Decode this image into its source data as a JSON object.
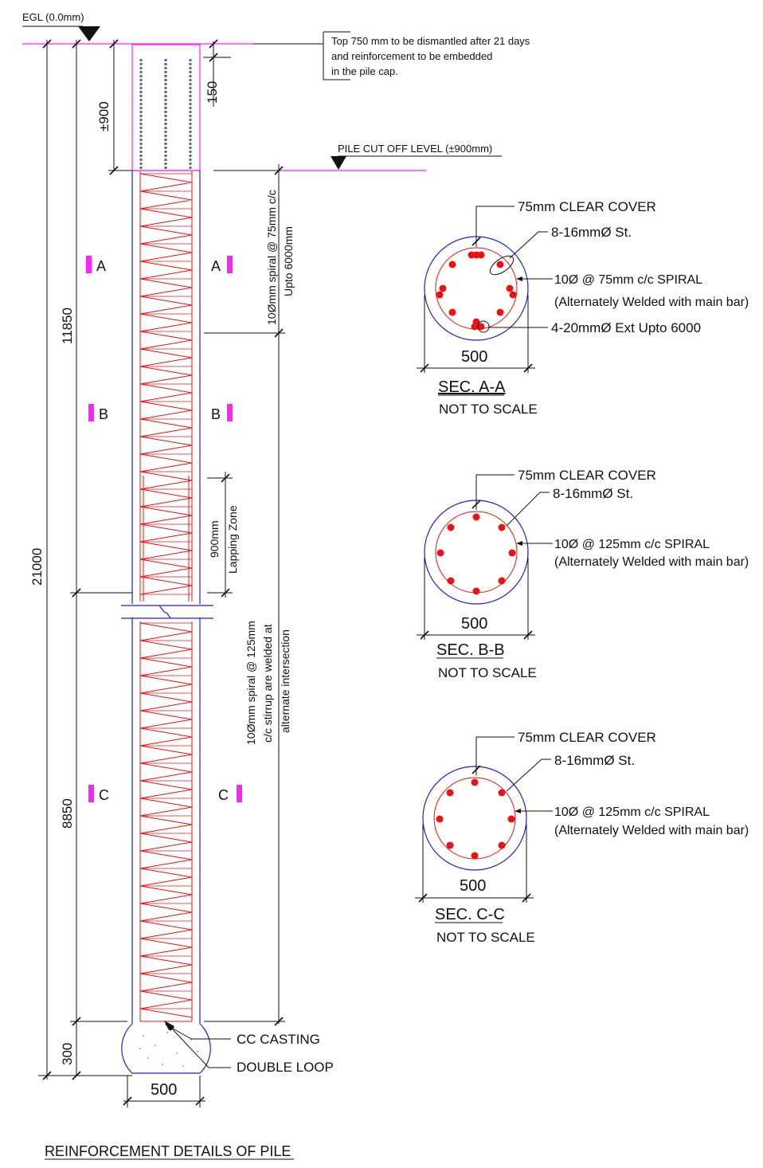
{
  "colors": {
    "pile_outline": "#1f1fd6",
    "reinforcement": "#ee1111",
    "level_lines": "#ff22ff",
    "text": "#111111",
    "embedded_bars": "#666666"
  },
  "pile_elevation": {
    "egl_label": "EGL (0.0mm)",
    "top_note_lines": [
      "Top 750 mm to be dismantled after 21 days",
      "and reinforcement to be embedded",
      "in the pile cap."
    ],
    "cutoff_label": "PILE CUT OFF LEVEL (±900mm)",
    "dim_top": "±900",
    "dim_150": "150",
    "dim_total": "21000",
    "dim_upper": "11850",
    "dim_lower": "8850",
    "dim_bottom": "300",
    "dim_width": "500",
    "spiral_upper_lines": [
      "10Ømm spiral @ 75mm c/c",
      "Upto 6000mm"
    ],
    "lapping_lines": [
      "900mm",
      "Lapping Zone"
    ],
    "spiral_lower_lines": [
      "10Ømm spiral @ 125mm",
      "c/c stirrup are welded at",
      "alternate intersection"
    ],
    "cc_casting": "CC CASTING",
    "double_loop": "DOUBLE LOOP",
    "section_marks": [
      "A",
      "B",
      "C"
    ]
  },
  "sections": [
    {
      "id": "A",
      "title": "SEC. A-A",
      "scale_note": "NOT TO SCALE",
      "cover": "75mm CLEAR COVER",
      "main_bars": "8-16mmØ St.",
      "spiral_lines": [
        "10Ø @ 75mm c/c SPIRAL",
        "(Alternately Welded with main bar)"
      ],
      "extra_bars": "4-20mmØ Ext Upto 6000",
      "diameter": "500"
    },
    {
      "id": "B",
      "title": "SEC. B-B",
      "scale_note": "NOT TO SCALE",
      "cover": "75mm CLEAR COVER",
      "main_bars": "8-16mmØ St.",
      "spiral_lines": [
        "10Ø @ 125mm c/c SPIRAL",
        "(Alternately Welded with main bar)"
      ],
      "diameter": "500"
    },
    {
      "id": "C",
      "title": "SEC. C-C",
      "scale_note": "NOT TO SCALE",
      "cover": "75mm CLEAR COVER",
      "main_bars": "8-16mmØ St.",
      "spiral_lines": [
        "10Ø @ 125mm c/c SPIRAL",
        "(Alternately Welded with main bar)"
      ],
      "diameter": "500"
    }
  ],
  "drawing_title": "REINFORCEMENT DETAILS OF PILE"
}
